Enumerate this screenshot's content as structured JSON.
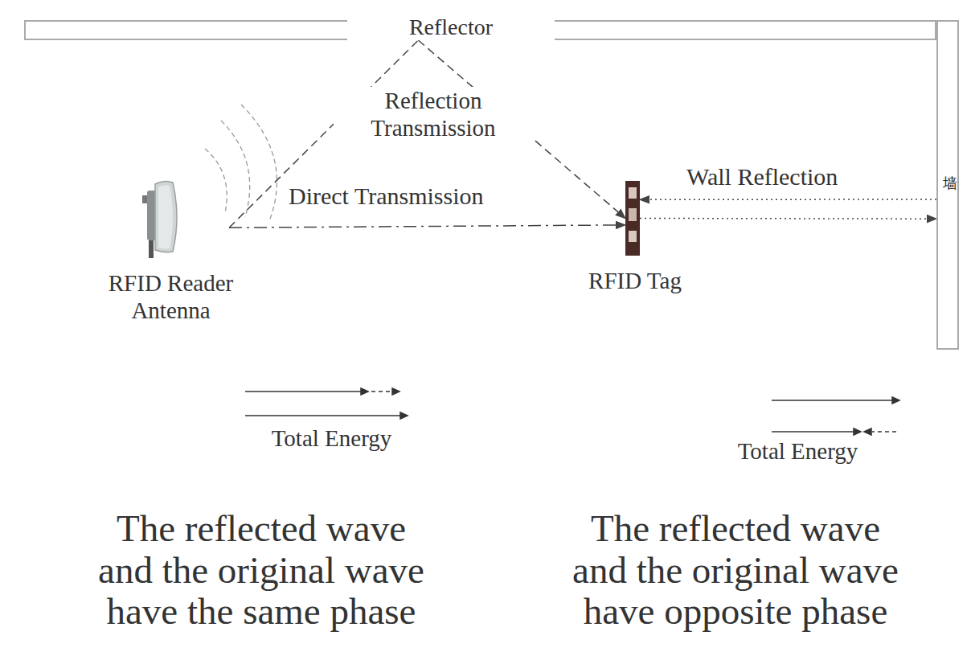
{
  "diagram": {
    "nodes": [
      {
        "text": [
          "Reflector"
        ]
      },
      {
        "text": [
          "RFID Reader Antenna"
        ]
      },
      {
        "text": [
          "RFID Tag"
        ]
      },
      {
        "text": [
          "墙"
        ]
      }
    ],
    "edges": [
      {
        "from": 1,
        "to": 0,
        "arrow": "none"
      },
      {
        "from": 0,
        "to": 2,
        "arrow": "to"
      },
      {
        "from": 1,
        "to": 2,
        "arrow": "to",
        "label": "Direct Transmission"
      },
      {
        "from": 2,
        "to": 3,
        "arrow": "to"
      },
      {
        "from": 3,
        "to": 2,
        "arrow": "to",
        "label": "Wall Reflection"
      }
    ],
    "labels": [
      "Reflection Transmission",
      "Total Energy",
      "Total Energy",
      "The reflected wave and the original wave have the same phase",
      "The reflected wave and the original wave have opposite phase"
    ]
  }
}
